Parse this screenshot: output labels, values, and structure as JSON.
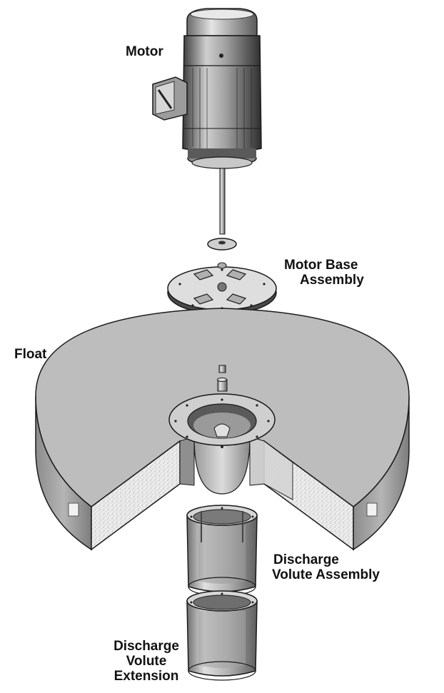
{
  "labels": {
    "motor": [
      "Motor"
    ],
    "motor_base_assembly": [
      "Motor Base",
      "Assembly"
    ],
    "float": [
      "Float"
    ],
    "discharge_volute_assembly": [
      "Discharge",
      "Volute Assembly"
    ],
    "discharge_volute_extension": [
      "Discharge",
      "Volute",
      "Extension"
    ]
  },
  "colors": {
    "metal_light": "#d9d9d9",
    "metal_mid": "#a6a6a6",
    "metal_dark": "#4a4a4a",
    "float_top": "#bdbdbd",
    "float_side": "#9a9a9a",
    "foam": "#e8e8e8",
    "outline": "#1a1a1a"
  }
}
